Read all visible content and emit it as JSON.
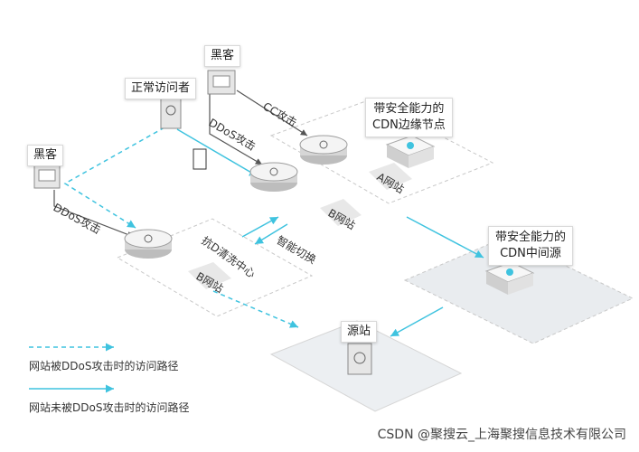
{
  "nodes": {
    "hacker_top": "黑客",
    "hacker_left": "黑客",
    "normal_visitor": "正常访问者",
    "cdn_edge_line1": "带安全能力的",
    "cdn_edge_line2": "CDN边缘节点",
    "cdn_mid_line1": "带安全能力的",
    "cdn_mid_line2": "CDN中间源",
    "origin": "源站"
  },
  "edges": {
    "cc_attack": "CC攻击",
    "ddos_attack_top": "DDoS攻击",
    "ddos_attack_left": "DDoS攻击",
    "smart_switch": "智能切换"
  },
  "platforms": {
    "site_a": "A网站",
    "site_b_top": "B网站",
    "site_b_bottom": "B网站",
    "anti_d": "抗D清洗中心"
  },
  "legend": {
    "dashed": "网站被DDoS攻击时的访问路径",
    "solid": "网站未被DDoS攻击时的访问路径"
  },
  "watermark": "CSDN @聚搜云_上海聚搜信息技术有限公司",
  "colors": {
    "path": "#3fc3df",
    "attack": "#555555",
    "device_top": "#f2f2f2",
    "panel": "#e9ecef"
  }
}
